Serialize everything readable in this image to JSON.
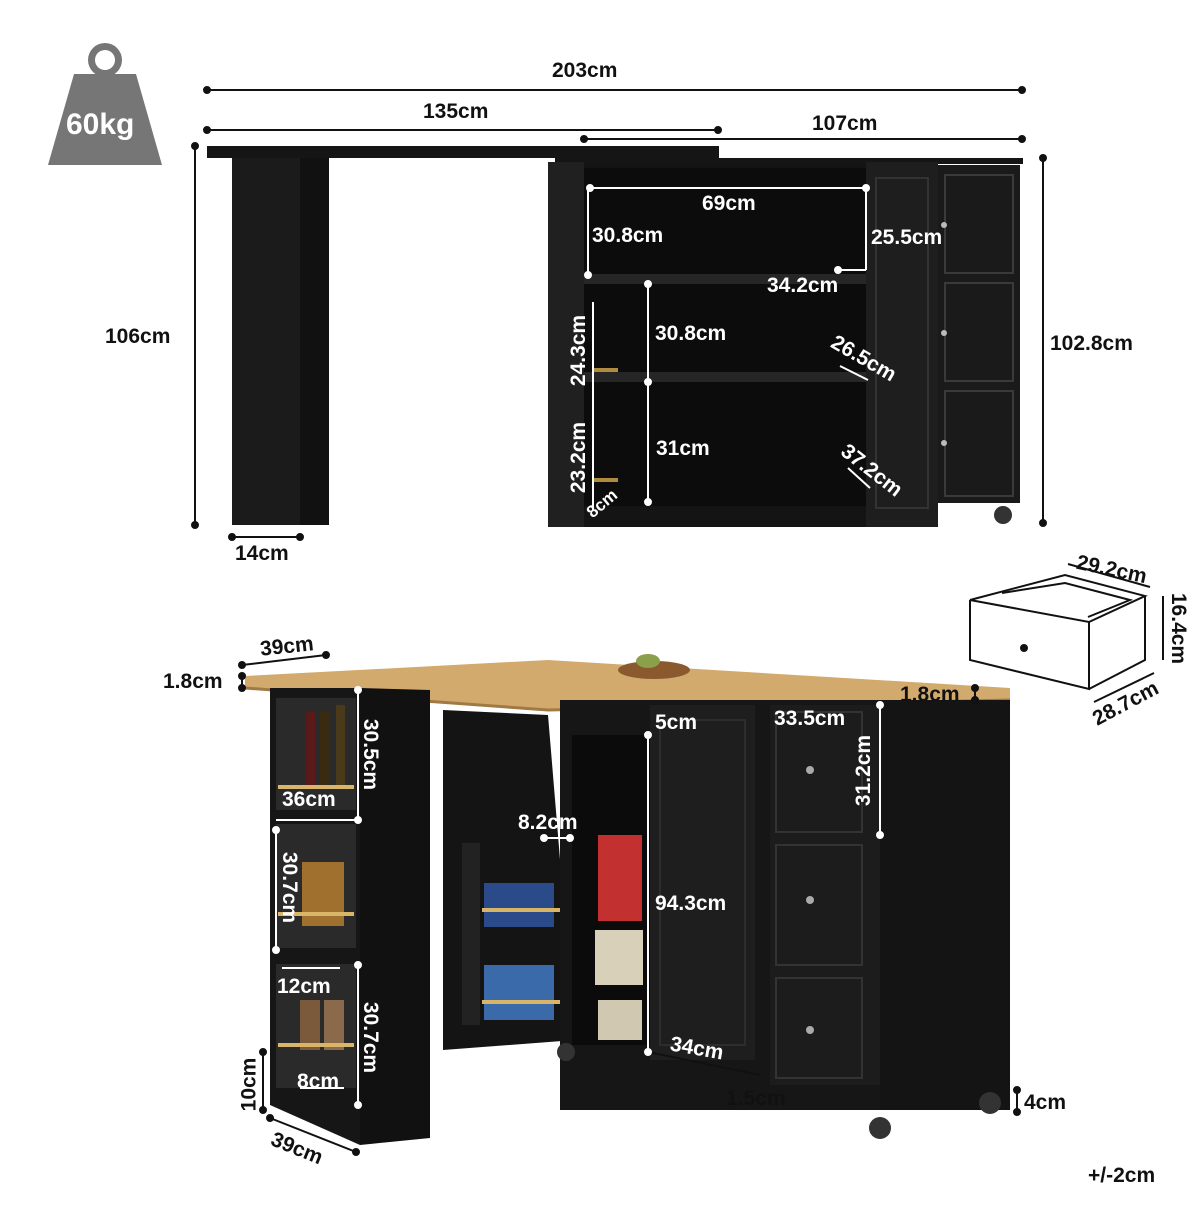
{
  "weight": {
    "label": "60kg"
  },
  "top_view": {
    "total_width": "203cm",
    "extended_width": "135cm",
    "cabinet_width": "107cm",
    "total_height": "106cm",
    "cabinet_height": "102.8cm",
    "leg_width": "14cm",
    "inner_width": "69cm",
    "upper_shelf_height": "30.8cm",
    "door_upper_height": "25.5cm",
    "shelf_depth": "34.2cm",
    "middle_shelf_height": "30.8cm",
    "door_middle_height": "26.5cm",
    "door_rack_upper": "24.3cm",
    "door_rack_lower": "23.2cm",
    "lower_shelf_height": "31cm",
    "door_lower_height": "37.2cm",
    "door_rack_depth": "8cm"
  },
  "drawer": {
    "width": "29.2cm",
    "height": "16.4cm",
    "depth": "28.7cm"
  },
  "bottom_view": {
    "top_thickness_left": "1.8cm",
    "top_thickness_right": "1.8cm",
    "side_rack_width": "39cm",
    "side_shelf_1": "30.5cm",
    "side_shelf_width": "36cm",
    "side_shelf_2": "30.7cm",
    "side_shelf_depth": "12cm",
    "side_shelf_3": "30.7cm",
    "side_rail": "8cm",
    "base_height": "10cm",
    "base_depth": "39cm",
    "door_rack_width": "8.2cm",
    "top_gap": "5cm",
    "cabinet_inner_height": "94.3cm",
    "cabinet_inner_depth": "34cm",
    "drawer_width": "33.5cm",
    "drawer_height": "31.2cm",
    "drawer_gap": "1.5cm",
    "wheel_height": "4cm"
  },
  "tolerance": "+/-2cm"
}
